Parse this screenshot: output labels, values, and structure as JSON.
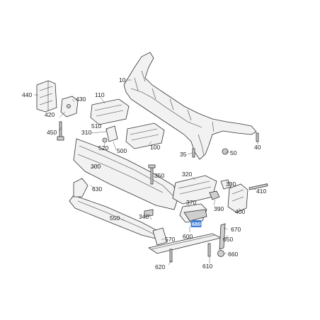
{
  "labels": {
    "l10": "10",
    "l35": "35",
    "l40": "40",
    "l50": "50",
    "l100": "100",
    "l110": "110",
    "l300": "300",
    "l310": "310",
    "l320": "320",
    "l330": "330",
    "l340": "340",
    "l350": "350",
    "l370": "370",
    "l390": "390",
    "l400": "400",
    "l410": "410",
    "l420": "420",
    "l430": "430",
    "l440": "440",
    "l450": "450",
    "l500": "500",
    "l510": "510",
    "l520": "520",
    "l550": "550",
    "l570": "570",
    "l600": "600",
    "l610": "610",
    "l620": "620",
    "l630": "630",
    "l650": "650",
    "l660": "660",
    "l670": "670",
    "l680": "680"
  },
  "colors": {
    "highlight": "#3d7fd6",
    "outline": "#333333"
  }
}
